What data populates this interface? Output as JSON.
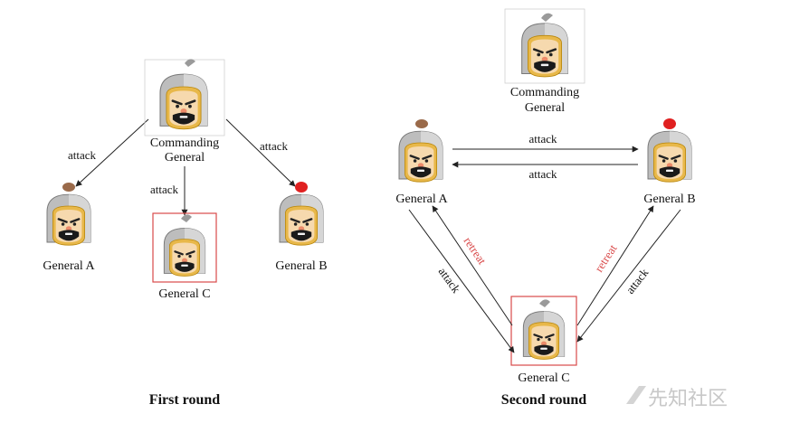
{
  "first_round": {
    "title": "First round",
    "commanding_label_line1": "Commanding",
    "commanding_label_line2": "General",
    "general_a": "General A",
    "general_b": "General B",
    "general_c": "General C",
    "edge_ca": "attack",
    "edge_cb": "attack",
    "edge_cc": "attack"
  },
  "second_round": {
    "title": "Second round",
    "commanding_label_line1": "Commanding",
    "commanding_label_line2": "General",
    "general_a": "General A",
    "general_b": "General B",
    "general_c": "General C",
    "edge_ab": "attack",
    "edge_ba": "attack",
    "edge_ac": "attack",
    "edge_ca": "retreat",
    "edge_bc": "attack",
    "edge_cb": "retreat"
  },
  "watermark": "先知社区",
  "colors": {
    "retreat": "#d94a4a",
    "box": "#d94a4a",
    "arrow": "#222222",
    "plume_brown": "#9a6a4a",
    "plume_red": "#e02020",
    "plume_grey": "#9a9a9a"
  }
}
